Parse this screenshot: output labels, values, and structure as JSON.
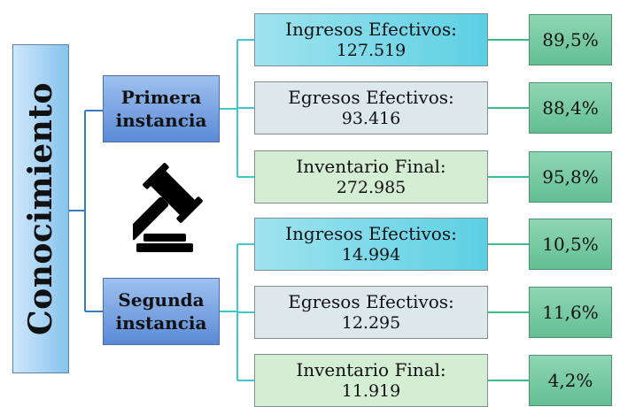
{
  "root": {
    "label": "Conocimiento"
  },
  "branches": [
    {
      "label_line1": "Primera",
      "label_line2": "instancia",
      "items": [
        {
          "label": "Ingresos Efectivos:",
          "value": "127.519",
          "percent": "89,5%"
        },
        {
          "label": "Egresos Efectivos:",
          "value": "93.416",
          "percent": "88,4%"
        },
        {
          "label": "Inventario Final:",
          "value": "272.985",
          "percent": "95,8%"
        }
      ]
    },
    {
      "label_line1": "Segunda",
      "label_line2": "instancia",
      "items": [
        {
          "label": "Ingresos Efectivos:",
          "value": "14.994",
          "percent": "10,5%"
        },
        {
          "label": "Egresos Efectivos:",
          "value": "12.295",
          "percent": "11,6%"
        },
        {
          "label": "Inventario Final:",
          "value": "11.919",
          "percent": "4,2%"
        }
      ]
    }
  ],
  "icons": {
    "gavel": "gavel-icon"
  },
  "colors": {
    "root": "#86c3ee",
    "branch": "#5b8ad6",
    "ingresos": "#5dd0e3",
    "egresos": "#dde8ea",
    "inventario": "#d4eed3",
    "percent": "#62bf92",
    "connector_blue": "#3d7cc0",
    "connector_teal": "#3fc7cf",
    "connector_green": "#3bbd8a"
  }
}
